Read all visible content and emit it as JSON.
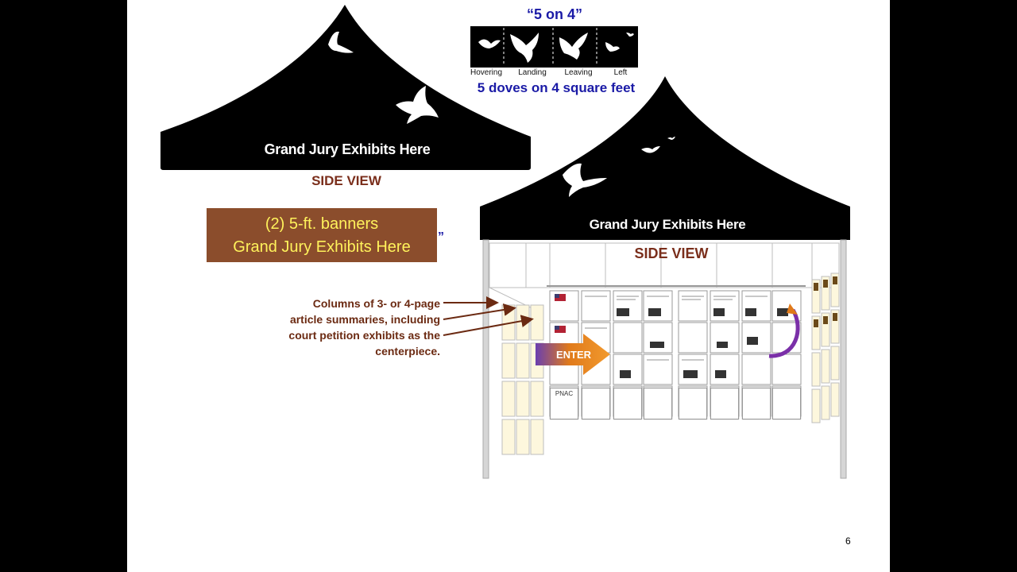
{
  "slide": {
    "page_number": "6"
  },
  "left_canopy": {
    "banner_text": "Grand Jury Exhibits Here",
    "side_view": "SIDE VIEW"
  },
  "banner_box": {
    "line1": "(2) 5-ft. banners",
    "line2": "Grand Jury Exhibits Here"
  },
  "doves": {
    "title": "“5 on 4”",
    "subtitle": "5 doves on 4 square feet",
    "labels": [
      "Hovering",
      "Landing",
      "Leaving",
      "Left"
    ]
  },
  "right_tent": {
    "banner_text": "Grand Jury Exhibits Here",
    "side_view": "SIDE VIEW",
    "enter_label": "ENTER",
    "pnac_label": "PNAC"
  },
  "callout": {
    "line1": "Columns of 3- or 4-page",
    "line2": "article summaries, including",
    "line3": "court petition exhibits as the",
    "line4": "centerpiece."
  },
  "colors": {
    "canopy": "#000000",
    "banner_box_bg": "#8b4d2c",
    "banner_box_text": "#fff25b",
    "side_view_text": "#7a2e1b",
    "doves_text": "#1a1aa6",
    "enter_arrow": "#e07a1a"
  }
}
